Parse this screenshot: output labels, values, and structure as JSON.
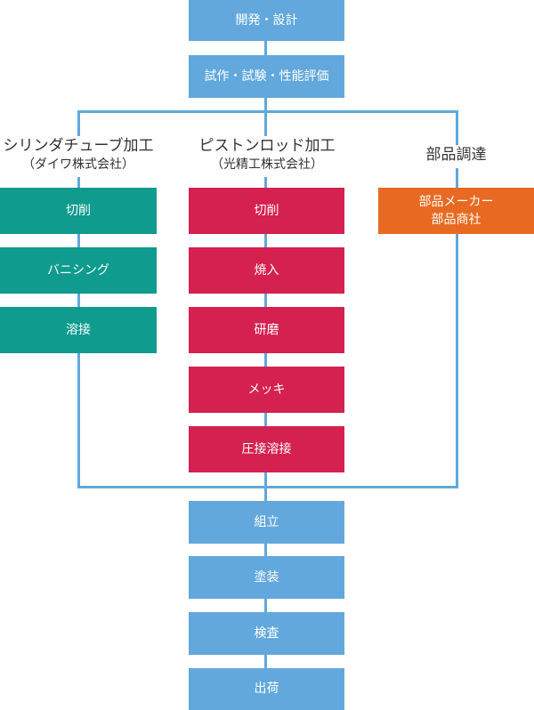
{
  "top_steps": [
    "開発・設計",
    "試作・試験・性能評価"
  ],
  "columns": {
    "cylinder": {
      "title": "シリンダチューブ加工",
      "subtitle": "（ダイワ株式会社）",
      "steps": [
        "切削",
        "バニシング",
        "溶接"
      ]
    },
    "piston": {
      "title": "ピストンロッド加工",
      "subtitle": "（光精工株式会社）",
      "steps": [
        "切削",
        "焼入",
        "研磨",
        "メッキ",
        "圧接溶接"
      ]
    },
    "parts": {
      "title": "部品調達",
      "steps": [
        "部品メーカー\n部品商社"
      ]
    }
  },
  "bottom_steps": [
    "組立",
    "塗装",
    "検査",
    "出荷"
  ],
  "colors": {
    "blue": "#62a8dc",
    "teal": "#0f9b8e",
    "red": "#d42150",
    "orange": "#e86a22"
  }
}
